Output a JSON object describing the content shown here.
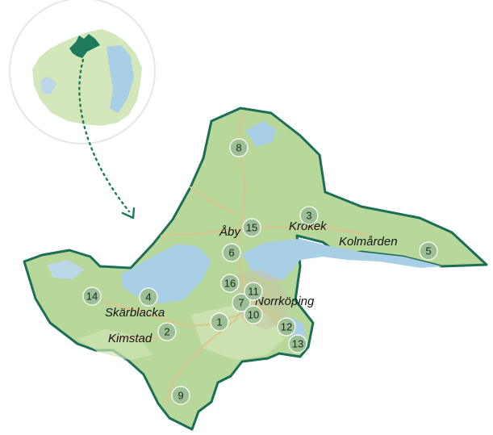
{
  "colors": {
    "land": "#b7d89a",
    "land_light": "#cfe4b4",
    "water": "#a9cfe6",
    "border": "#1d6e57",
    "route": "#1d7a5a",
    "marker_fill": "#9cbf96",
    "roads": "#d9c68d",
    "inset_bg": "#ffffff"
  },
  "inset": {
    "highlighted_region": "Norrköping municipality (highlighted)"
  },
  "place_labels": [
    "Åby",
    "Krokek",
    "Kolmården",
    "Norrköping",
    "Skärblacka",
    "Kimstad"
  ],
  "markers": [
    "1",
    "2",
    "3",
    "4",
    "5",
    "6",
    "7",
    "8",
    "9",
    "10",
    "11",
    "12",
    "13",
    "14",
    "15",
    "16"
  ]
}
